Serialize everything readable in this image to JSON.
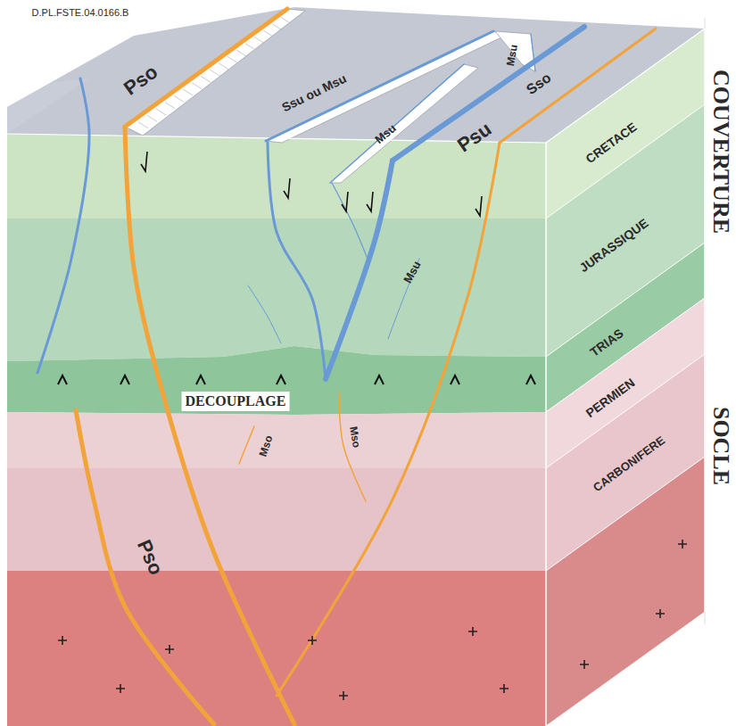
{
  "diagram": {
    "labels": [
      "D.PL.FSTE.04.0166.B",
      "Pso",
      "Ssu ou Msu",
      "Msu",
      "Msu",
      "Psu",
      "Sso",
      "CRETACE",
      "JURASSIQUE",
      "TRIAS",
      "PERMIEN",
      "CARBONIFERE",
      "COUVERTURE",
      "SOCLE",
      "Msu",
      "DECOUPLAGE",
      "Mso",
      "Mso",
      "Pso"
    ]
  }
}
